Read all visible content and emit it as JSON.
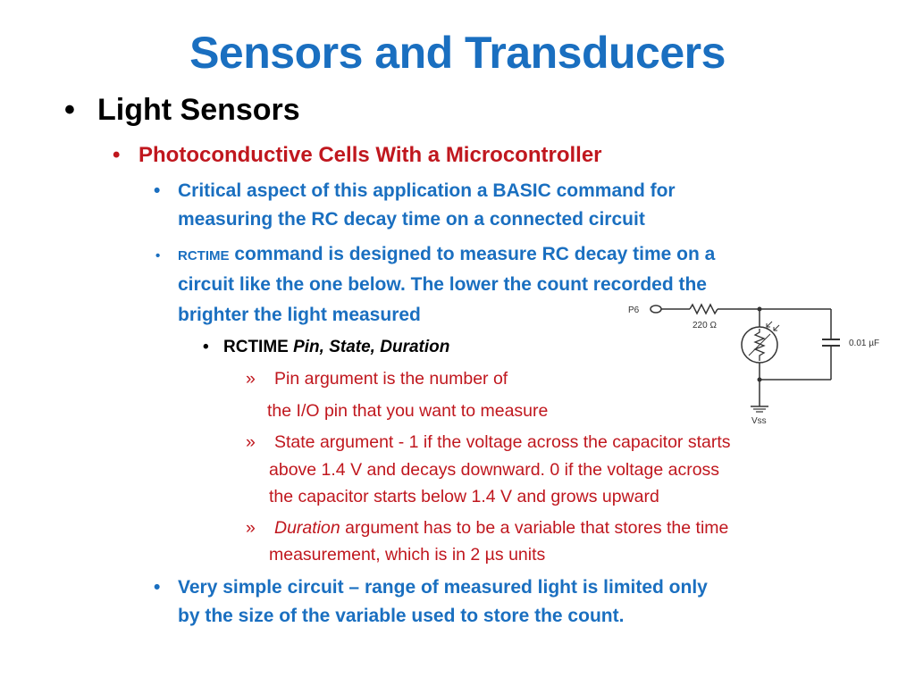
{
  "slide": {
    "title": "Sensors and Transducers",
    "level1": {
      "bullet": "•",
      "text": "Light Sensors"
    },
    "level2": {
      "bullet": "•",
      "text": "Photoconductive Cells With a Microcontroller"
    },
    "level3_a": {
      "bullet": "•",
      "line1": " Critical aspect of this application a BASIC command for",
      "line2": "measuring the RC decay time on a connected circuit"
    },
    "level3_b": {
      "bullet": "•",
      "keyword": "RCTIME",
      "line1_rest": " command is designed to measure RC decay time on a",
      "line2": "circuit like the one below. The lower the count recorded the",
      "line3": "brighter the light measured"
    },
    "level4": {
      "bullet": "•",
      "cmd": "RCTIME ",
      "args": "Pin, State, Duration"
    },
    "level5_a": {
      "marker": "»",
      "line1": "Pin argument is the number of",
      "line2": "the I/O pin that you want to measure"
    },
    "level5_b": {
      "marker": "»",
      "line1": "State argument -  1 if the voltage across the capacitor starts",
      "line2": "above 1.4 V and decays downward.   0 if the voltage across",
      "line3": "the capacitor starts below 1.4 V and grows upward"
    },
    "level5_c": {
      "marker": "»",
      "italic": "Duration",
      "line1_rest": " argument has to be a variable that stores the time",
      "line2": "measurement, which is in 2 µs units"
    },
    "level3_c": {
      "bullet": "•",
      "line1": "Very simple circuit – range of measured light is limited only",
      "line2": "by the size of the variable used to store the count."
    },
    "circuit": {
      "pin_label": "P6",
      "resistor_label": "220 Ω",
      "capacitor_label": "0.01 µF",
      "ground_label": "Vss"
    },
    "colors": {
      "title": "#1a6fc0",
      "level2": "#c0171e",
      "level3": "#1a6fc0",
      "level5": "#c0171e",
      "body": "#000000"
    }
  }
}
